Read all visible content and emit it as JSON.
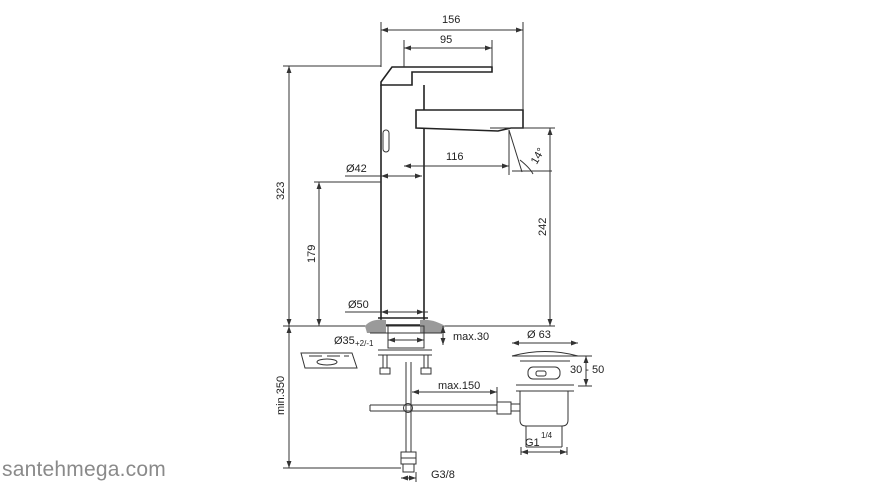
{
  "dimensions": {
    "overall_width": "156",
    "lever_width": "95",
    "spout_reach": "116",
    "body_diameter_top": "Ø42",
    "spout_angle": "14°",
    "total_height": "323",
    "body_height": "179",
    "spout_height": "242",
    "base_diameter": "Ø50",
    "hole_diameter_main": "Ø35",
    "hole_diameter_tolerance": "+2/-1",
    "max_deck_thickness": "max.30",
    "waste_diameter": "Ø 63",
    "waste_range": "30 - 50",
    "rod_length": "max.150",
    "min_install_height": "min.350",
    "waste_thread_base": "G1",
    "waste_thread_fraction": "1/4",
    "supply_thread": "G3/8"
  },
  "watermark": "santehmega.com"
}
